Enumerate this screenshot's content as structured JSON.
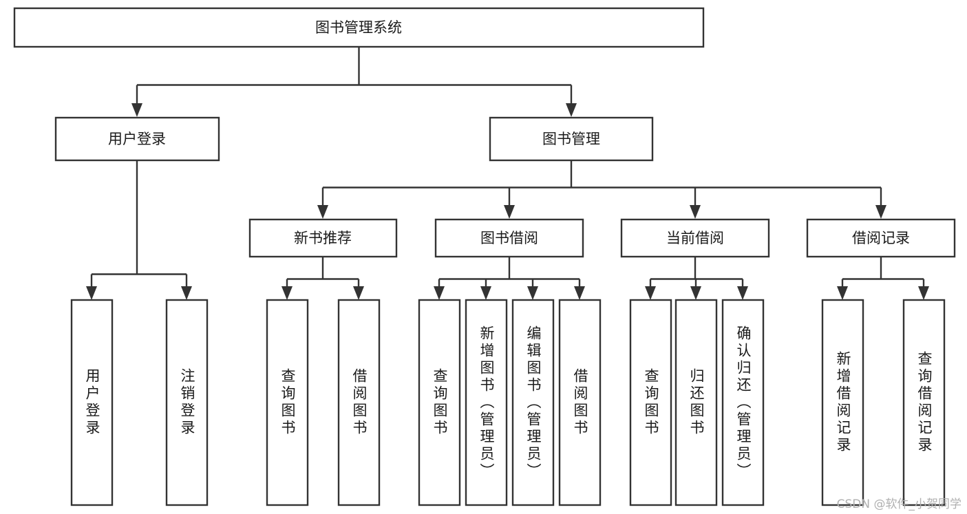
{
  "diagram": {
    "title": "图书管理系统",
    "type": "tree-hierarchy",
    "watermark": "CSDN @软件_小贺同学",
    "colors": {
      "box_border": "#333333",
      "box_fill": "#ffffff",
      "text": "#1a1a1a",
      "background": "#ffffff",
      "watermark": "#b0b0b0"
    },
    "root": {
      "label": "图书管理系统"
    },
    "level1": [
      {
        "label": "用户登录"
      },
      {
        "label": "图书管理"
      }
    ],
    "level2": [
      {
        "label": "新书推荐"
      },
      {
        "label": "图书借阅"
      },
      {
        "label": "当前借阅"
      },
      {
        "label": "借阅记录"
      }
    ],
    "leaves": {
      "user_login": [
        {
          "label": "用户登录"
        },
        {
          "label": "注销登录"
        }
      ],
      "new_book_recommend": [
        {
          "label": "查询图书"
        },
        {
          "label": "借阅图书"
        }
      ],
      "book_borrow": [
        {
          "label": "查询图书"
        },
        {
          "label": "新增图书（管理员）"
        },
        {
          "label": "编辑图书（管理员）"
        },
        {
          "label": "借阅图书"
        }
      ],
      "current_borrow": [
        {
          "label": "查询图书"
        },
        {
          "label": "归还图书"
        },
        {
          "label": "确认归还（管理员）"
        }
      ],
      "borrow_record": [
        {
          "label": "新增借阅记录"
        },
        {
          "label": "查询借阅记录"
        }
      ]
    }
  }
}
